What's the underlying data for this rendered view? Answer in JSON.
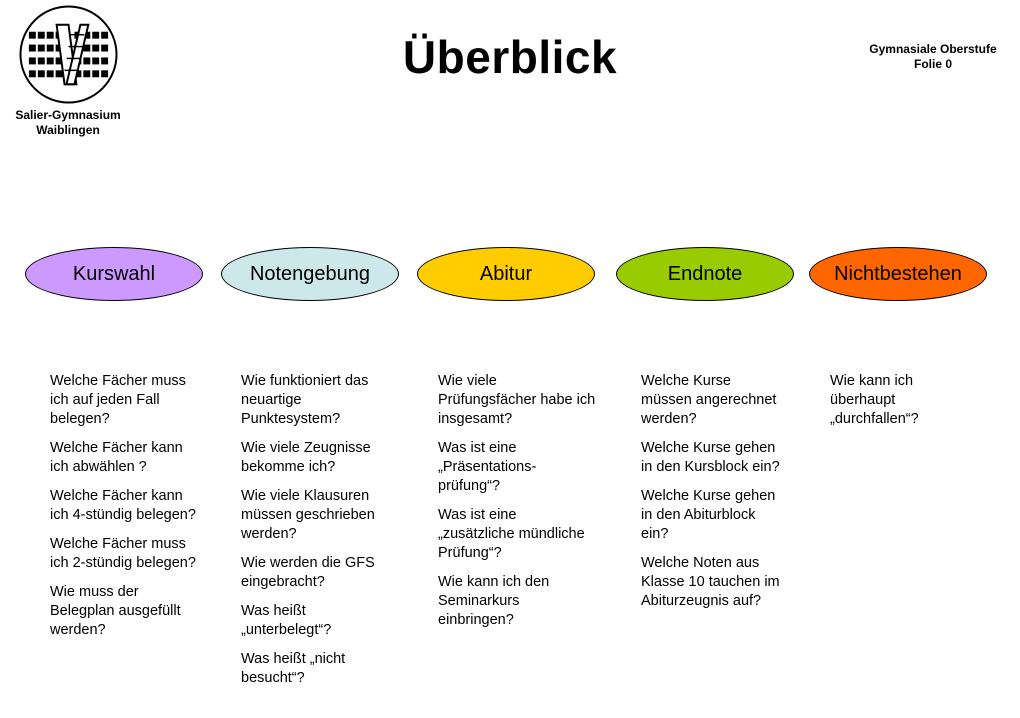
{
  "header": {
    "school_line1": "Salier-Gymnasium",
    "school_line2": "Waiblingen",
    "title": "Überblick",
    "corner_line1": "Gymnasiale Oberstufe",
    "corner_line2": "Folie 0"
  },
  "topics": [
    {
      "label": "Kurswahl",
      "color": "#cc99ff",
      "questions": [
        "Welche Fächer muss ich auf jeden Fall belegen?",
        "Welche Fächer kann ich abwählen ?",
        "Welche Fächer kann ich 4-stündig belegen?",
        "Welche Fächer muss ich 2-stündig belegen?",
        "Wie muss der Belegplan ausgefüllt werden?"
      ]
    },
    {
      "label": "Notengebung",
      "color": "#cde8ea",
      "questions": [
        "Wie funktioniert das neuartige Punktesystem?",
        "Wie viele Zeugnisse bekomme ich?",
        "Wie viele Klausuren müssen geschrieben werden?",
        "Wie werden die GFS eingebracht?",
        "Was heißt „unterbelegt“?",
        "Was heißt „nicht besucht“?"
      ]
    },
    {
      "label": "Abitur",
      "color": "#ffcc00",
      "questions": [
        "Wie viele Prüfungsfächer habe ich insgesamt?",
        "Was ist eine „Präsentations-prüfung“?",
        "Was ist eine „zusätzliche mündliche Prüfung“?",
        "Wie kann ich den Seminarkurs einbringen?"
      ]
    },
    {
      "label": "Endnote",
      "color": "#99cc00",
      "questions": [
        "Welche Kurse müssen angerechnet werden?",
        "Welche Kurse gehen in den Kursblock ein?",
        "Welche Kurse gehen in den Abiturblock ein?",
        "Welche Noten aus Klasse 10 tauchen im Abiturzeugnis auf?"
      ]
    },
    {
      "label": "Nichtbestehen",
      "color": "#ff6600",
      "questions": [
        "Wie kann ich überhaupt „durchfallen“?"
      ]
    }
  ]
}
